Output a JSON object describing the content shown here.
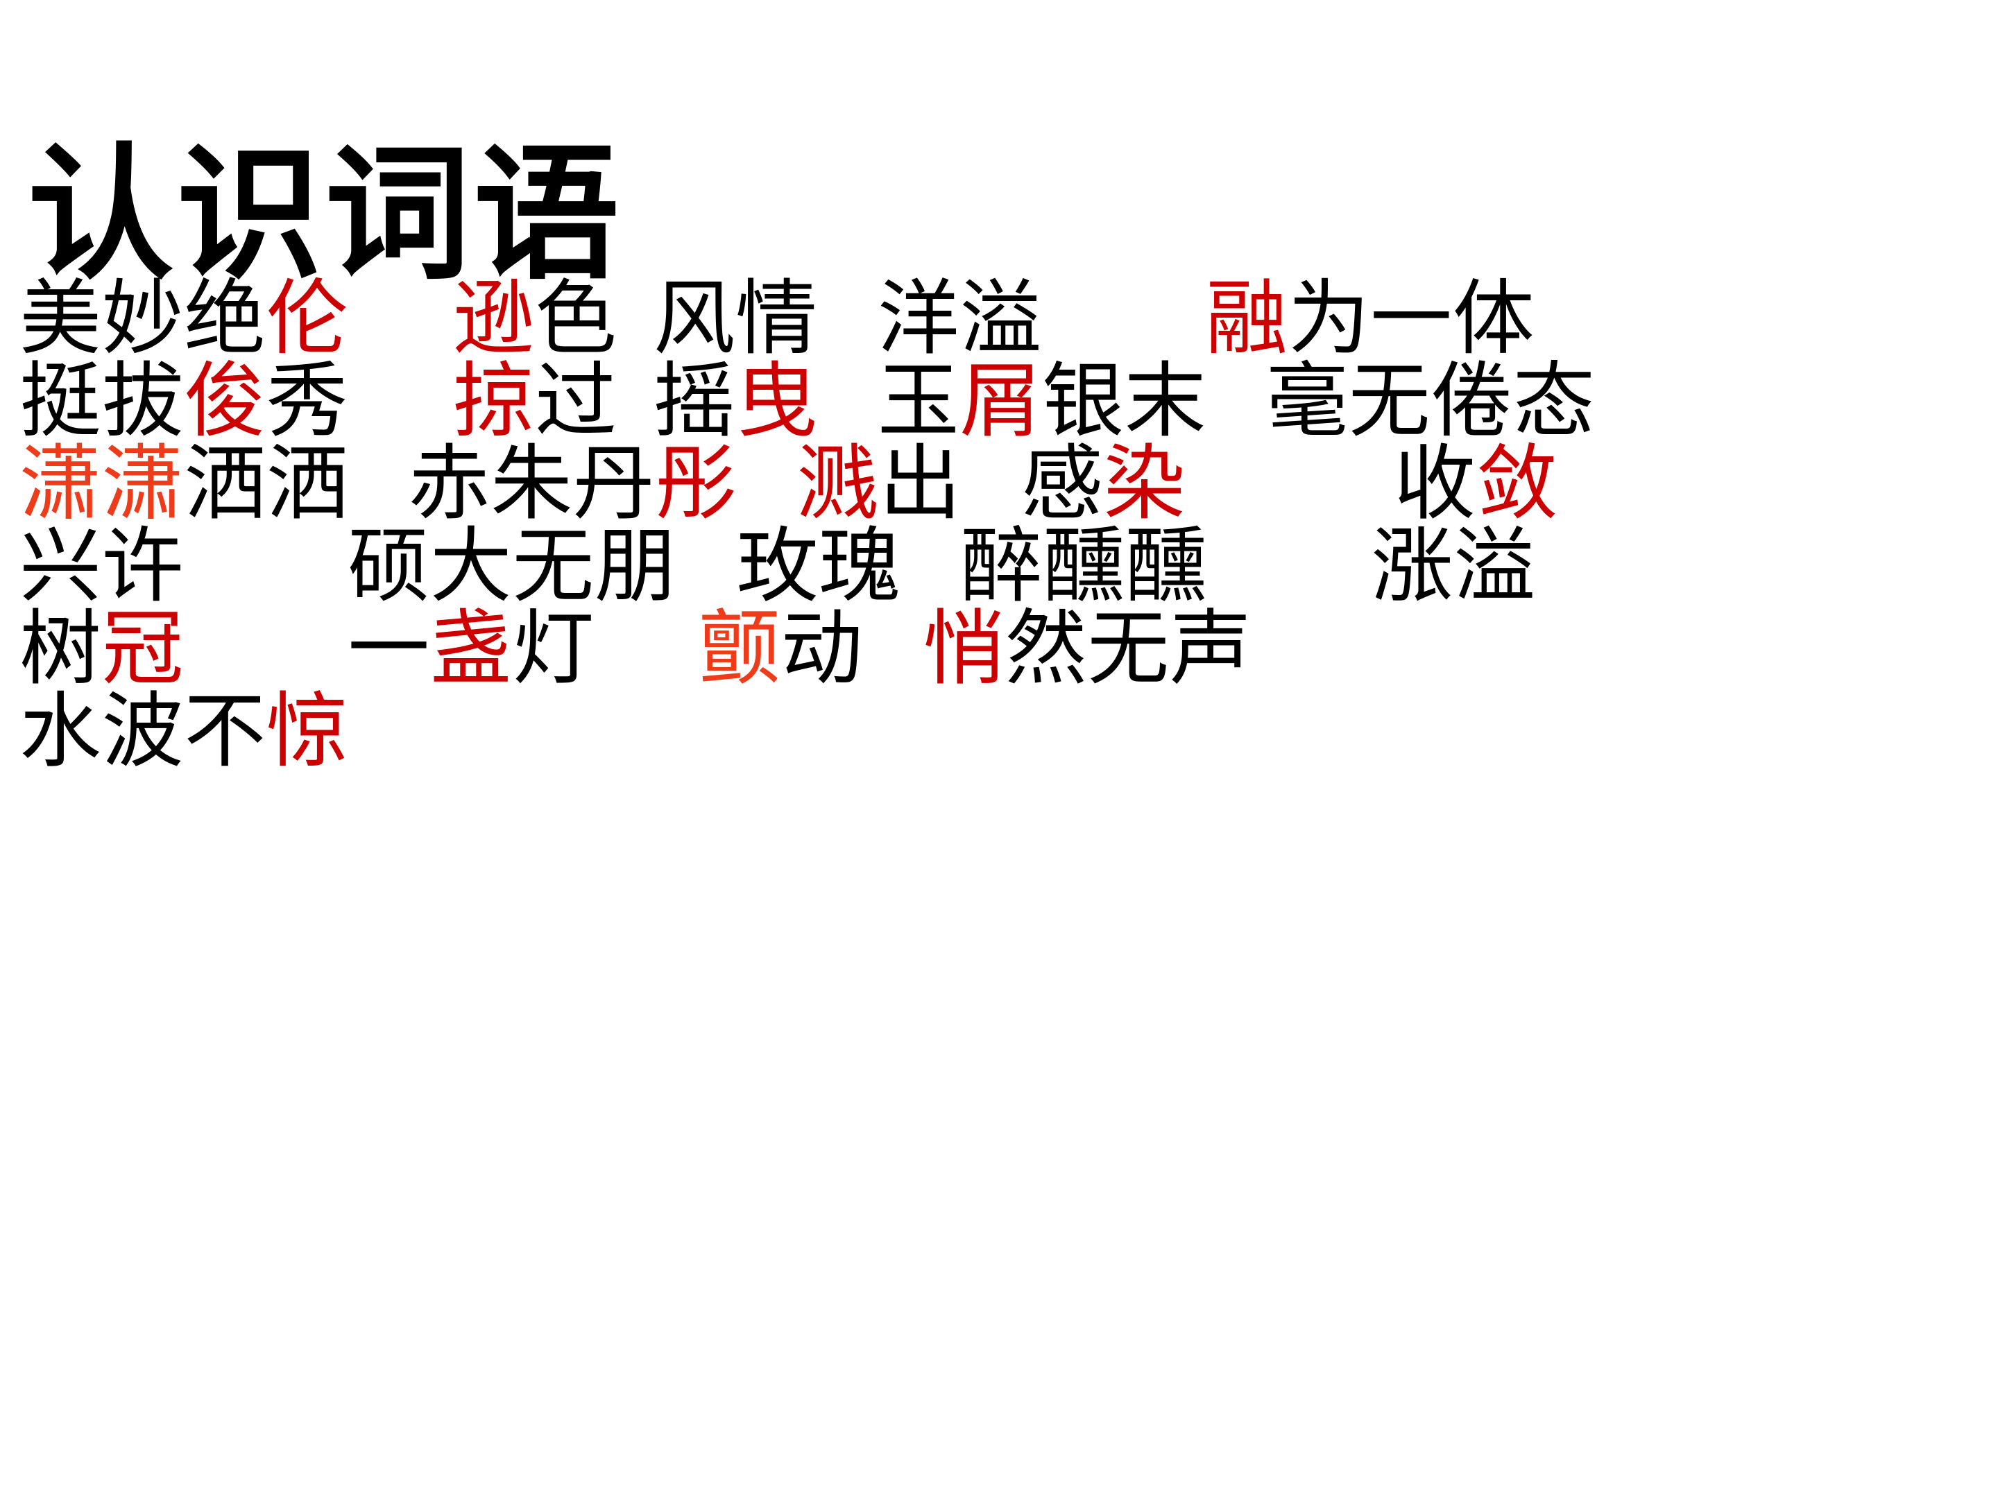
{
  "slide": {
    "title": "认识词语",
    "background_color": "#ffffff",
    "colors": {
      "text": "#000000",
      "highlight_red": "#cc0000",
      "highlight_orange": "#ee3b1a"
    }
  },
  "rows": [
    {
      "id": "row-1",
      "plain_text": "美妙绝伦　逊色　风情　洋溢　融为一体",
      "groups": [
        {
          "text": "美妙绝",
          "color": "black"
        },
        {
          "text": "伦",
          "color": "red"
        },
        {
          "gap": "lg"
        },
        {
          "text": "逊",
          "color": "red"
        },
        {
          "text": "色",
          "color": "black"
        },
        {
          "gap": "sm"
        },
        {
          "text": "风情",
          "color": "black"
        },
        {
          "gap": "md"
        },
        {
          "text": "洋溢",
          "color": "black"
        },
        {
          "gap": "xl"
        },
        {
          "text": "融",
          "color": "red"
        },
        {
          "text": "为一体",
          "color": "black"
        }
      ]
    },
    {
      "id": "row-2",
      "plain_text": "挺拔俊秀　掠过　摇曳　玉屑银末　毫无倦态",
      "groups": [
        {
          "text": "挺拔",
          "color": "black"
        },
        {
          "text": "俊",
          "color": "red"
        },
        {
          "text": "秀",
          "color": "black"
        },
        {
          "gap": "lg"
        },
        {
          "text": "掠",
          "color": "red"
        },
        {
          "text": "过",
          "color": "black"
        },
        {
          "gap": "sm"
        },
        {
          "text": "摇",
          "color": "black"
        },
        {
          "text": "曳",
          "color": "red"
        },
        {
          "gap": "md"
        },
        {
          "text": "玉",
          "color": "black"
        },
        {
          "text": "屑",
          "color": "red"
        },
        {
          "text": "银末",
          "color": "black"
        },
        {
          "gap": "md"
        },
        {
          "text": "毫无倦态",
          "color": "black"
        }
      ]
    },
    {
      "id": "row-3",
      "plain_text": "潇潇洒洒　赤朱丹彤　溅出　感染　收敛",
      "groups": [
        {
          "text": "潇潇",
          "color": "orange"
        },
        {
          "text": "洒洒",
          "color": "black"
        },
        {
          "gap": "md"
        },
        {
          "text": "赤朱丹",
          "color": "black"
        },
        {
          "text": "彤",
          "color": "red"
        },
        {
          "gap": "md"
        },
        {
          "text": "溅",
          "color": "red"
        },
        {
          "text": "出",
          "color": "black"
        },
        {
          "gap": "md"
        },
        {
          "text": "感",
          "color": "black"
        },
        {
          "text": "染",
          "color": "red"
        },
        {
          "gap": "xxl"
        },
        {
          "text": "收",
          "color": "black"
        },
        {
          "text": "敛",
          "color": "red"
        }
      ]
    },
    {
      "id": "row-4",
      "plain_text": "兴许　硕大无朋　玫瑰　醉醺醺　涨溢",
      "groups": [
        {
          "text": "兴许",
          "color": "black"
        },
        {
          "gap": "xl"
        },
        {
          "text": "硕大无朋",
          "color": "black"
        },
        {
          "gap": "md"
        },
        {
          "text": "玫瑰",
          "color": "black"
        },
        {
          "gap": "md"
        },
        {
          "text": "醉醺醺",
          "color": "black"
        },
        {
          "gap": "xl"
        },
        {
          "text": "涨溢",
          "color": "black"
        }
      ]
    },
    {
      "id": "row-5",
      "plain_text": "树冠　一盏灯　颤动　悄然无声",
      "groups": [
        {
          "text": "树",
          "color": "black"
        },
        {
          "text": "冠",
          "color": "red"
        },
        {
          "gap": "xl"
        },
        {
          "text": "一",
          "color": "black"
        },
        {
          "text": "盏",
          "color": "red"
        },
        {
          "text": "灯",
          "color": "black"
        },
        {
          "gap": "lg"
        },
        {
          "text": "颤",
          "color": "orange"
        },
        {
          "text": "动",
          "color": "black"
        },
        {
          "gap": "md"
        },
        {
          "text": "悄",
          "color": "red"
        },
        {
          "text": "然无声",
          "color": "black"
        }
      ]
    },
    {
      "id": "row-6",
      "plain_text": "水波不惊",
      "groups": [
        {
          "text": "水波不",
          "color": "black"
        },
        {
          "text": "惊",
          "color": "red"
        }
      ]
    }
  ]
}
